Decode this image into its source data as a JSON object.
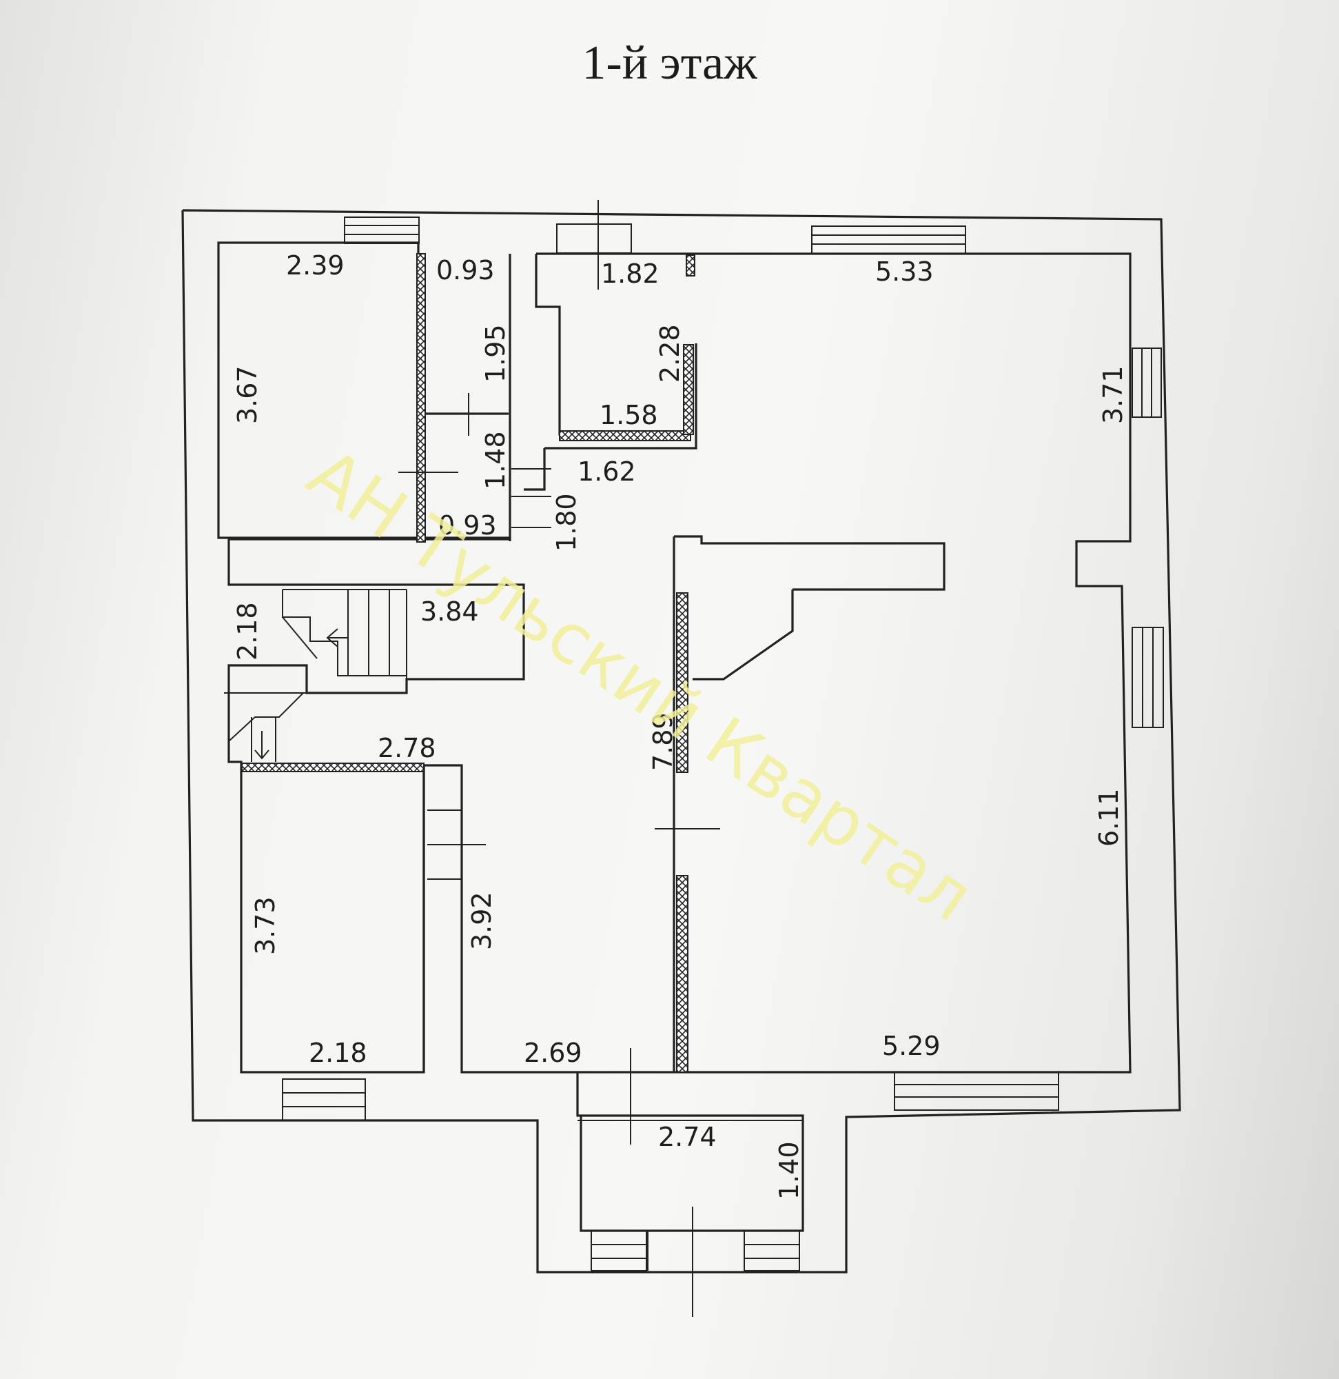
{
  "title": "1-й этаж",
  "watermark": "АН Тульский Квартал",
  "dimensions": {
    "d_2_39": "2.39",
    "d_0_93_top": "0.93",
    "d_1_82": "1.82",
    "d_5_33": "5.33",
    "d_3_67": "3.67",
    "d_1_95": "1.95",
    "d_2_28": "2.28",
    "d_3_71": "3.71",
    "d_1_58": "1.58",
    "d_1_48": "1.48",
    "d_1_62": "1.62",
    "d_0_93_bottom": "0.93",
    "d_1_80": "1.80",
    "d_2_18_stairs": "2.18",
    "d_3_84": "3.84",
    "d_2_78": "2.78",
    "d_7_89": "7.89",
    "d_6_11": "6.11",
    "d_3_73": "3.73",
    "d_3_92": "3.92",
    "d_2_18_bottom": "2.18",
    "d_2_69": "2.69",
    "d_5_29": "5.29",
    "d_2_74": "2.74",
    "d_1_40": "1.40"
  },
  "colors": {
    "lines": "#222222",
    "watermark": "#f2f09a",
    "paper": "#f6f6f4"
  }
}
